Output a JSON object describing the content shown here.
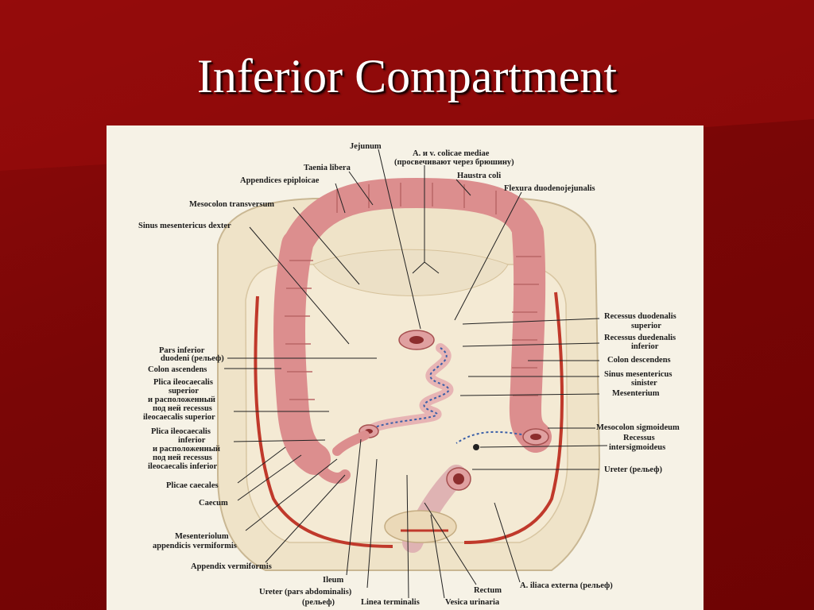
{
  "slide": {
    "title": "Inferior Compartment"
  },
  "figure": {
    "labels": {
      "jejunum": "Jejunum",
      "colicae_mediae": "A. и v. colicae mediae",
      "colicae_mediae_note": "(просвечивают через брюшину)",
      "taenia_libera": "Taenia libera",
      "appendices_epiploicae": "Appendices epiploicae",
      "haustra_coli": "Haustra coli",
      "flexura_duodenojejunalis": "Flexura duodenojejunalis",
      "mesocolon_transversum": "Mesocolon transversum",
      "sinus_mesentericus_dexter": "Sinus mesentericus dexter",
      "recessus_duodenalis_superior_1": "Recessus duodenalis",
      "recessus_duodenalis_superior_2": "superior",
      "recessus_duodenalis_inferior_1": "Recessus duedenalis",
      "recessus_duodenalis_inferior_2": "inferior",
      "pars_inferior_duodeni_1": "Pars inferior",
      "pars_inferior_duodeni_2": "duodeni (рельеф)",
      "colon_descendens": "Colon descendens",
      "colon_ascendens": "Colon ascendens",
      "sinus_mesentericus_sinister_1": "Sinus mesentericus",
      "sinus_mesentericus_sinister_2": "sinister",
      "plica_ileocaecalis_superior_1": "Plica ileocaecalis",
      "plica_ileocaecalis_superior_2": "superior",
      "plica_ileocaecalis_superior_3": "и расположенный",
      "plica_ileocaecalis_superior_4": "под ней recessus",
      "plica_ileocaecalis_superior_5": "ileocaecalis superior",
      "mesenterium": "Mesenterium",
      "mesocolon_sigmoideum": "Mesocolon sigmoideum",
      "recessus_intersigmoideus_1": "Recessus",
      "recessus_intersigmoideus_2": "intersigmoideus",
      "plica_ileocaecalis_inferior_1": "Plica ileocaecalis",
      "plica_ileocaecalis_inferior_2": "inferior",
      "plica_ileocaecalis_inferior_3": "и расположенный",
      "plica_ileocaecalis_inferior_4": "под ней recessus",
      "plica_ileocaecalis_inferior_5": "ileocaecalis inferior",
      "ureter_relief": "Ureter (рельеф)",
      "plicae_caecales": "Plicae caecales",
      "caecum": "Caecum",
      "mesenteriolum_1": "Mesenteriolum",
      "mesenteriolum_2": "appendicis vermiformis",
      "appendix_vermiformis": "Appendix vermiformis",
      "ileum": "Ileum",
      "ureter_abdominalis_1": "Ureter (pars abdominalis)",
      "ureter_abdominalis_2": "(рельеф)",
      "linea_terminalis": "Linea terminalis",
      "vesica_urinaria": "Vesica urinaria",
      "rectum": "Rectum",
      "iliaca_externa": "A. iliaca externa (рельеф)"
    }
  }
}
